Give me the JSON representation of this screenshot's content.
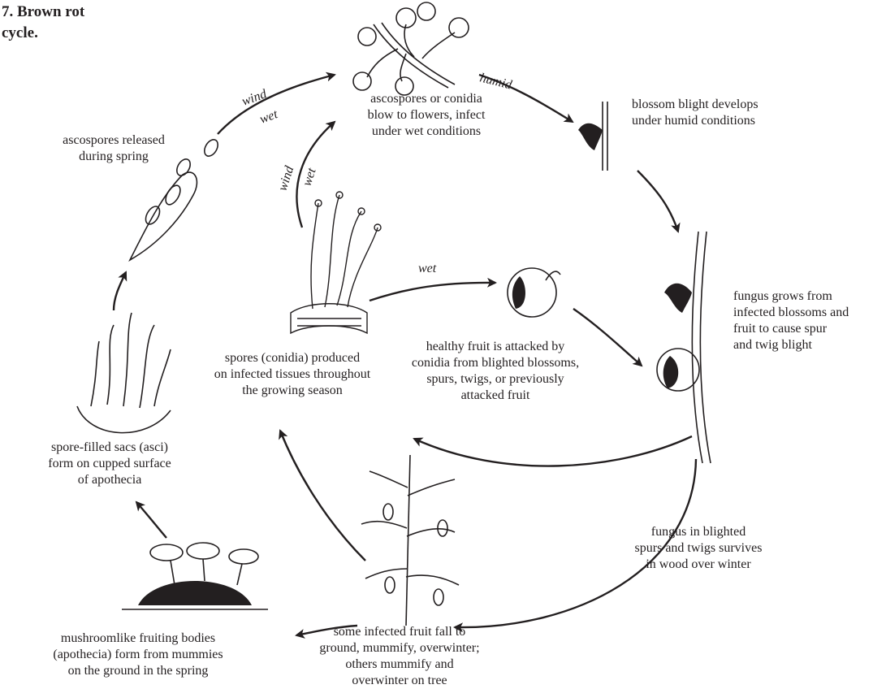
{
  "title": {
    "line1": "7. Brown rot",
    "line2": "cycle."
  },
  "cues": {
    "humid": "humid",
    "wind": "wind",
    "wet": "wet"
  },
  "labels": {
    "ascospores_blow": [
      "ascospores or conidia",
      "blow to flowers, infect",
      "under wet conditions"
    ],
    "blossom_blight": [
      "blossom blight develops",
      "under humid conditions"
    ],
    "ascospores_released": [
      "ascospores released",
      "during spring"
    ],
    "fungus_grows": [
      "fungus grows from",
      "infected blossoms and",
      "fruit to cause spur",
      "and twig blight"
    ],
    "healthy_fruit": [
      "healthy fruit is attacked by",
      "conidia from blighted blossoms,",
      "spurs, twigs, or previously",
      "attacked fruit"
    ],
    "spores_produced": [
      "spores (conidia) produced",
      "on infected tissues throughout",
      "the growing season"
    ],
    "spore_sacs": [
      "spore-filled sacs (asci)",
      "form on cupped surface",
      "of apothecia"
    ],
    "fungus_survives": [
      "fungus in blighted",
      "spurs and twigs survives",
      "in wood over winter"
    ],
    "mushroomlike": [
      "mushroomlike fruiting bodies",
      "(apothecia) form from mummies",
      "on the ground in the spring"
    ],
    "infected_fruit_fall": [
      "some infected fruit fall to",
      "ground, mummify, overwinter;",
      "others mummify and",
      "overwinter on tree"
    ]
  }
}
